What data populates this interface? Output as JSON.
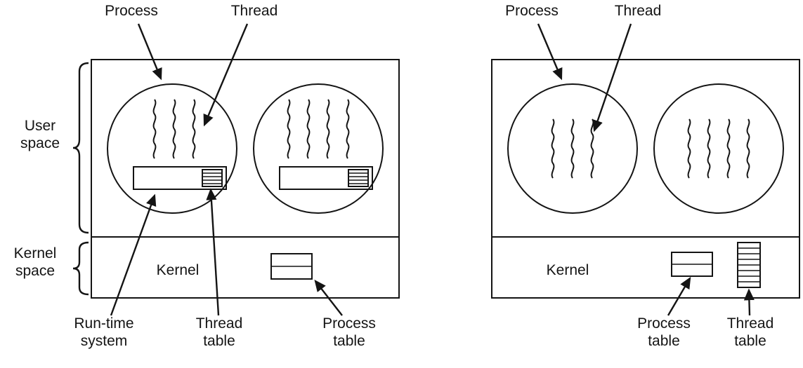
{
  "colors": {
    "ink": "#141414",
    "background": "#ffffff"
  },
  "left": {
    "process_label": "Process",
    "thread_label": "Thread",
    "user_space_label": [
      "User",
      "space"
    ],
    "kernel_space_label": [
      "Kernel",
      "space"
    ],
    "kernel_label": "Kernel",
    "runtime_system_label": [
      "Run-time",
      "system"
    ],
    "thread_table_label": [
      "Thread",
      "table"
    ],
    "process_table_label": [
      "Process",
      "table"
    ]
  },
  "right": {
    "process_label": "Process",
    "thread_label": "Thread",
    "kernel_label": "Kernel",
    "process_table_label": [
      "Process",
      "table"
    ],
    "thread_table_label": [
      "Thread",
      "table"
    ]
  }
}
